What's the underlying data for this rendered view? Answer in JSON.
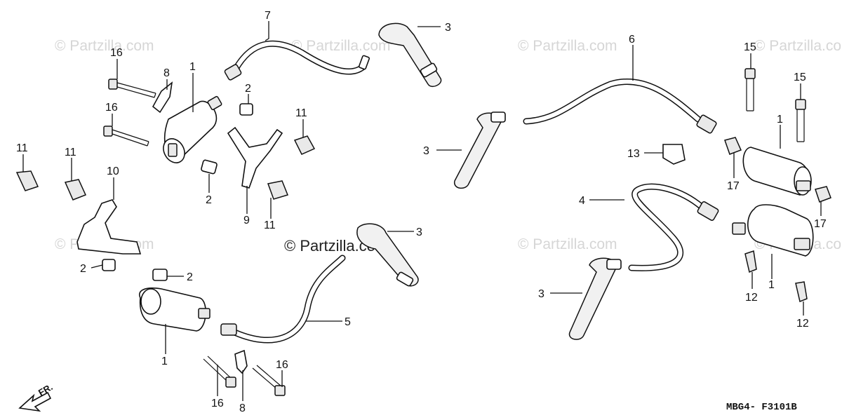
{
  "watermark": {
    "text": "© Partzilla.com",
    "center_text": "© Partzilla.com"
  },
  "diagram_code": "MBG4- F3101B",
  "direction_label": "FR.",
  "callouts": [
    {
      "id": "c1",
      "label": "7"
    },
    {
      "id": "c2",
      "label": "3"
    },
    {
      "id": "c3",
      "label": "16"
    },
    {
      "id": "c4",
      "label": "8"
    },
    {
      "id": "c5",
      "label": "1"
    },
    {
      "id": "c6",
      "label": "16"
    },
    {
      "id": "c7",
      "label": "2"
    },
    {
      "id": "c8",
      "label": "11"
    },
    {
      "id": "c9",
      "label": "11"
    },
    {
      "id": "c10",
      "label": "11"
    },
    {
      "id": "c11",
      "label": "10"
    },
    {
      "id": "c12",
      "label": "2"
    },
    {
      "id": "c13",
      "label": "9"
    },
    {
      "id": "c14",
      "label": "11"
    },
    {
      "id": "c15",
      "label": "3"
    },
    {
      "id": "c16",
      "label": "2"
    },
    {
      "id": "c17",
      "label": "2"
    },
    {
      "id": "c18",
      "label": "1"
    },
    {
      "id": "c19",
      "label": "5"
    },
    {
      "id": "c20",
      "label": "16"
    },
    {
      "id": "c21",
      "label": "8"
    },
    {
      "id": "c22",
      "label": "16"
    },
    {
      "id": "c23",
      "label": "6"
    },
    {
      "id": "c24",
      "label": "3"
    },
    {
      "id": "c25",
      "label": "15"
    },
    {
      "id": "c26",
      "label": "15"
    },
    {
      "id": "c27",
      "label": "13"
    },
    {
      "id": "c28",
      "label": "1"
    },
    {
      "id": "c29",
      "label": "17"
    },
    {
      "id": "c30",
      "label": "17"
    },
    {
      "id": "c31",
      "label": "4"
    },
    {
      "id": "c32",
      "label": "3"
    },
    {
      "id": "c33",
      "label": "12"
    },
    {
      "id": "c34",
      "label": "1"
    },
    {
      "id": "c35",
      "label": "12"
    }
  ]
}
